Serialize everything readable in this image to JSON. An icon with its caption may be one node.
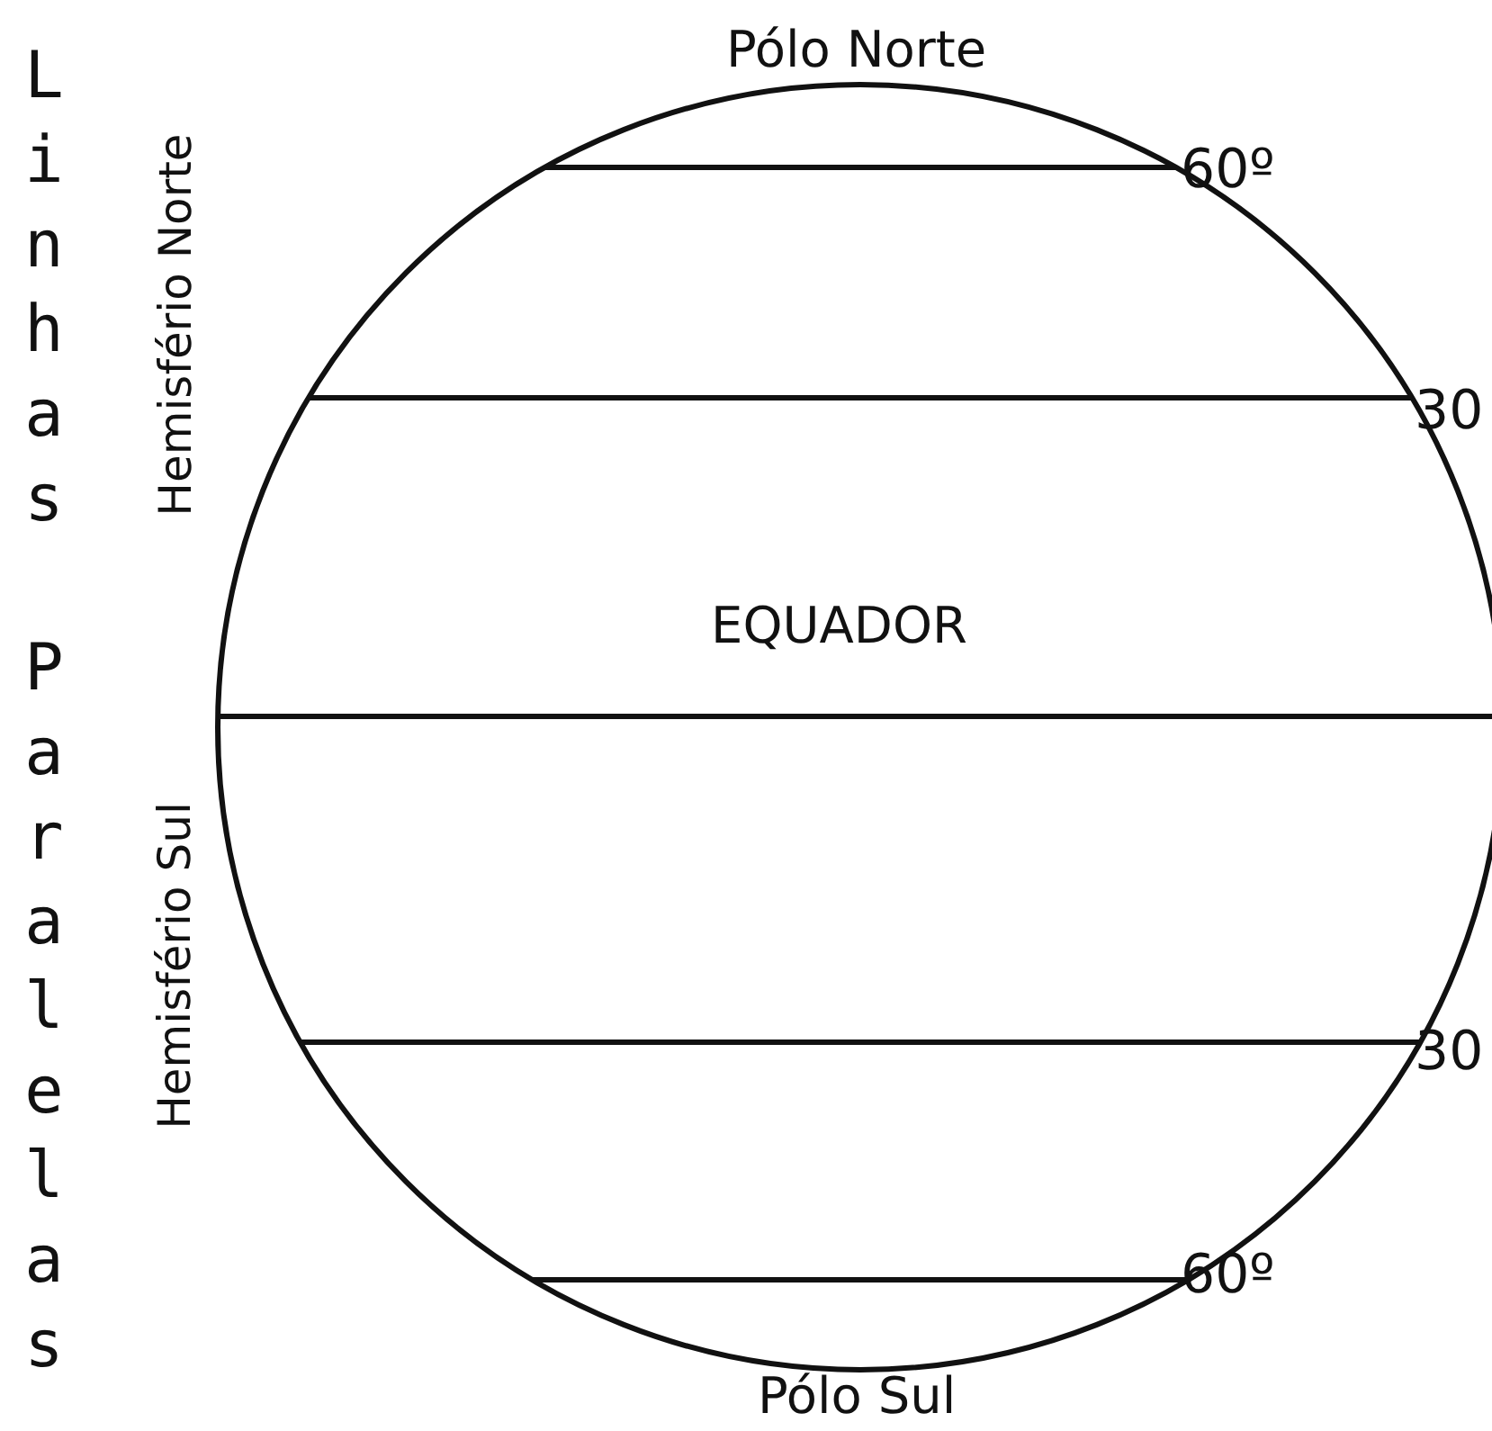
{
  "diagram": {
    "title": "Linhas Paralelas",
    "labels": [
      "Pólo Norte",
      "60º",
      "Hemisfério Norte",
      "30",
      "EQUADOR",
      "Hemisfério Sul",
      "30",
      "60º",
      "Pólo Sul"
    ]
  }
}
